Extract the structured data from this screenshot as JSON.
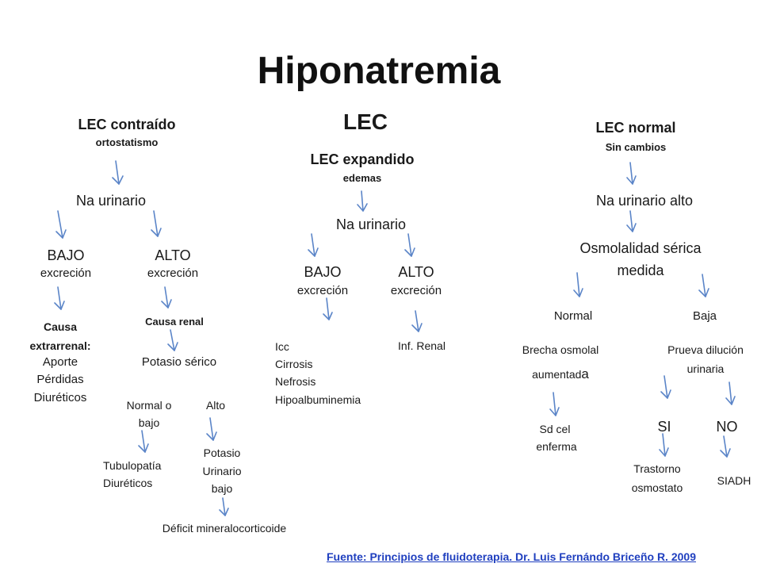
{
  "title": "Hiponatremia",
  "center_label": "LEC",
  "left": {
    "heading": "LEC contraído",
    "sub": "ortostatismo",
    "na": "Na urinario",
    "bajo": "BAJO",
    "bajo_sub": "excreción",
    "alto": "ALTO",
    "alto_sub": "excreción",
    "causa_extra_1": "Causa",
    "causa_extra_2": "extrarrenal:",
    "causa_extra_items": [
      "Aporte",
      "Pérdidas",
      "Diuréticos"
    ],
    "causa_renal": "Causa renal",
    "potasio": "Potasio sérico",
    "normal_bajo_1": "Normal o",
    "normal_bajo_2": "bajo",
    "alto_k": "Alto",
    "tubulo_1": "Tubulopatía",
    "tubulo_2": "Diuréticos",
    "potasio_urin": [
      "Potasio",
      "Urinario",
      "bajo"
    ],
    "deficit": "Déficit mineralocorticoide"
  },
  "middle": {
    "heading": "LEC expandido",
    "sub": "edemas",
    "na": "Na urinario",
    "bajo": "BAJO",
    "bajo_sub": "excreción",
    "alto": "ALTO",
    "alto_sub": "excreción",
    "bajo_items": [
      "Icc",
      "Cirrosis",
      "Nefrosis",
      "Hipoalbuminemia"
    ],
    "alto_item": "Inf. Renal"
  },
  "right": {
    "heading": "LEC normal",
    "sub": "Sin cambios",
    "na": "Na urinario alto",
    "osm_1": "Osmolalidad sérica",
    "osm_2": "medida",
    "normal": "Normal",
    "baja": "Baja",
    "brecha_1": "Brecha osmolal",
    "brecha_2": "aumentad",
    "brecha_2_end": "a",
    "sdcel_1": "Sd cel",
    "sdcel_2": "enferma",
    "prueba_1": "Prueva dilución",
    "prueba_2": "urinaria",
    "si": "SI",
    "no": "NO",
    "trastorno_1": "Trastorno",
    "trastorno_2": "osmostato",
    "siadh": "SIADH"
  },
  "source": "Fuente: Principios de fluidoterapia. Dr. Luis Fernándo Briceño R. 2009",
  "colors": {
    "arrow": "#5b85c8",
    "link": "#1f3fbf"
  }
}
